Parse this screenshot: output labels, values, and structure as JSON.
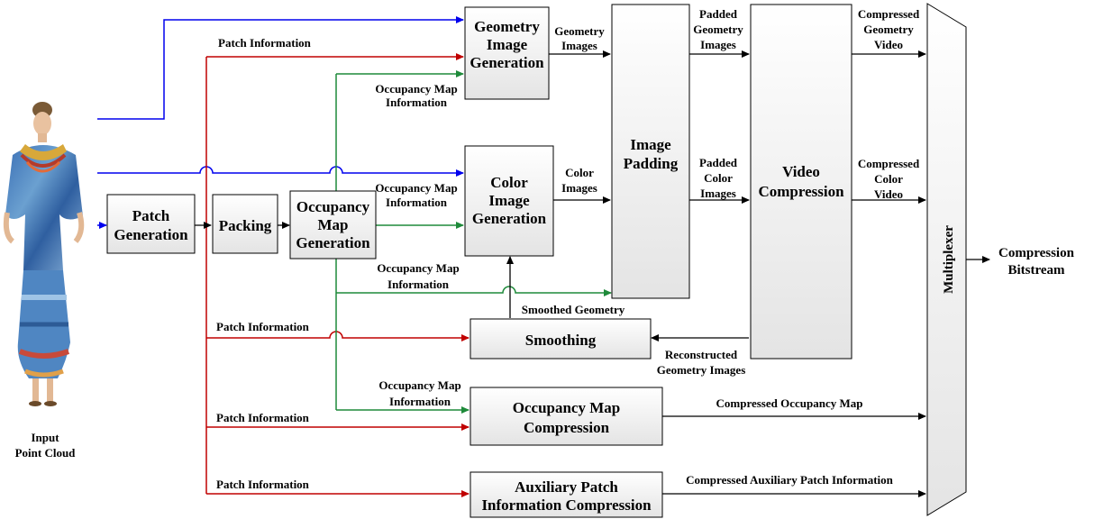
{
  "input": {
    "label_line1": "Input",
    "label_line2": "Point Cloud"
  },
  "blocks": {
    "patch_generation": [
      "Patch",
      "Generation"
    ],
    "packing": [
      "Packing"
    ],
    "occupancy_map_generation": [
      "Occupancy",
      "Map",
      "Generation"
    ],
    "geometry_image_generation": [
      "Geometry",
      "Image",
      "Generation"
    ],
    "color_image_generation": [
      "Color",
      "Image",
      "Generation"
    ],
    "image_padding": [
      "Image",
      "Padding"
    ],
    "video_compression": [
      "Video",
      "Compression"
    ],
    "smoothing": [
      "Smoothing"
    ],
    "occupancy_map_compression": [
      "Occupancy Map",
      "Compression"
    ],
    "auxiliary_patch_compression": [
      "Auxiliary Patch",
      "Information Compression"
    ],
    "multiplexer": "Multiplexer"
  },
  "labels": {
    "patch_info_top": "Patch Information",
    "occ_info_geo": [
      "Occupancy Map",
      "Information"
    ],
    "occ_info_color": [
      "Occupancy Map",
      "Information"
    ],
    "occ_info_padding": [
      "Occupancy Map",
      "Information"
    ],
    "patch_info_smoothing": "Patch Information",
    "occ_info_occcomp": [
      "Occupancy Map",
      "Information"
    ],
    "patch_info_occcomp": "Patch Information",
    "patch_info_aux": "Patch Information",
    "geometry_images": [
      "Geometry",
      "Images"
    ],
    "color_images": [
      "Color",
      "Images"
    ],
    "padded_geometry_images": [
      "Padded",
      "Geometry",
      "Images"
    ],
    "padded_color_images": [
      "Padded",
      "Color",
      "Images"
    ],
    "compressed_geometry_video": [
      "Compressed",
      "Geometry",
      "Video"
    ],
    "compressed_color_video": [
      "Compressed",
      "Color",
      "Video"
    ],
    "smoothed_geometry": "Smoothed Geometry",
    "reconstructed_geometry": [
      "Reconstructed",
      "Geometry Images"
    ],
    "compressed_occupancy_map": "Compressed Occupancy Map",
    "compressed_aux_patch": "Compressed Auxiliary Patch Information",
    "compression_bitstream": [
      "Compression",
      "Bitstream"
    ]
  },
  "colors": {
    "blue": "#0000ee",
    "red": "#c00000",
    "green": "#1e8a3a",
    "black": "#000000"
  }
}
